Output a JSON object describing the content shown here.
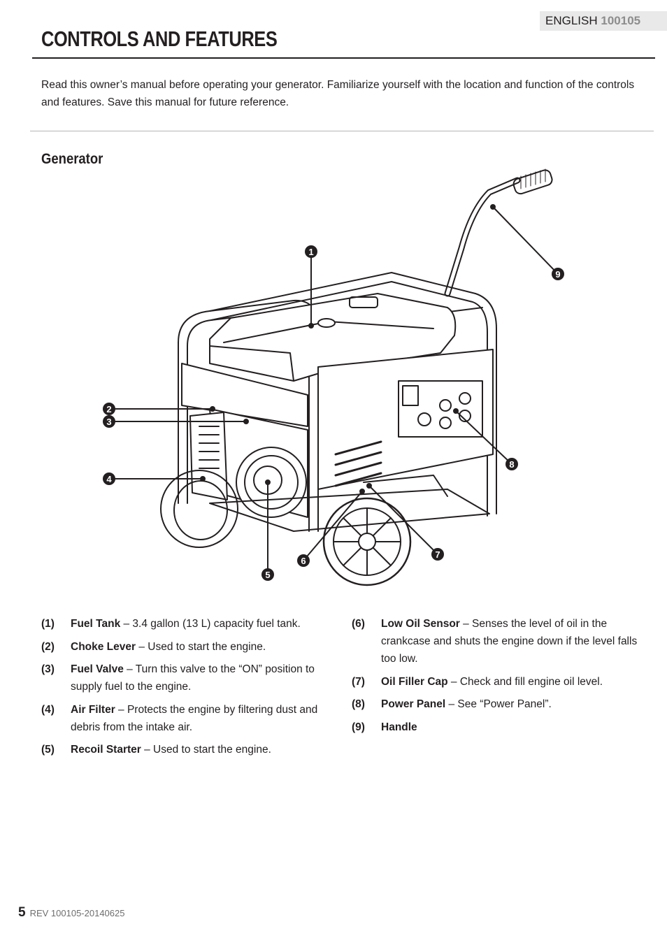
{
  "header": {
    "language": "ENGLISH",
    "model": "100105",
    "title": "CONTROLS AND FEATURES"
  },
  "intro": "Read this owner’s manual before operating your generator. Familiarize yourself with the location and function of the controls and features. Save this manual for future reference.",
  "section": {
    "heading": "Generator"
  },
  "callouts": [
    "1",
    "2",
    "3",
    "4",
    "5",
    "6",
    "7",
    "8",
    "9"
  ],
  "legend_left": [
    {
      "num": "(1)",
      "name": "Fuel Tank",
      "desc": " – 3.4 gallon (13 L) capacity fuel tank."
    },
    {
      "num": "(2)",
      "name": "Choke Lever",
      "desc": " – Used to start the engine."
    },
    {
      "num": "(3)",
      "name": "Fuel Valve",
      "desc": " – Turn this valve to the “ON” position to supply fuel to the engine."
    },
    {
      "num": "(4)",
      "name": "Air Filter",
      "desc": " – Protects the engine by filtering dust and debris from the intake air."
    },
    {
      "num": "(5)",
      "name": "Recoil Starter",
      "desc": " – Used to start the engine."
    }
  ],
  "legend_right": [
    {
      "num": "(6)",
      "name": "Low Oil Sensor",
      "desc": " – Senses the level of oil in the crankcase and shuts the engine down if the level falls too low."
    },
    {
      "num": "(7)",
      "name": "Oil Filler Cap",
      "desc": " – Check and fill engine oil level."
    },
    {
      "num": "(8)",
      "name": "Power Panel",
      "desc": " – See “Power Panel”."
    },
    {
      "num": "(9)",
      "name": "Handle",
      "desc": ""
    }
  ],
  "footer": {
    "page": "5",
    "revision": "REV 100105-20140625"
  }
}
